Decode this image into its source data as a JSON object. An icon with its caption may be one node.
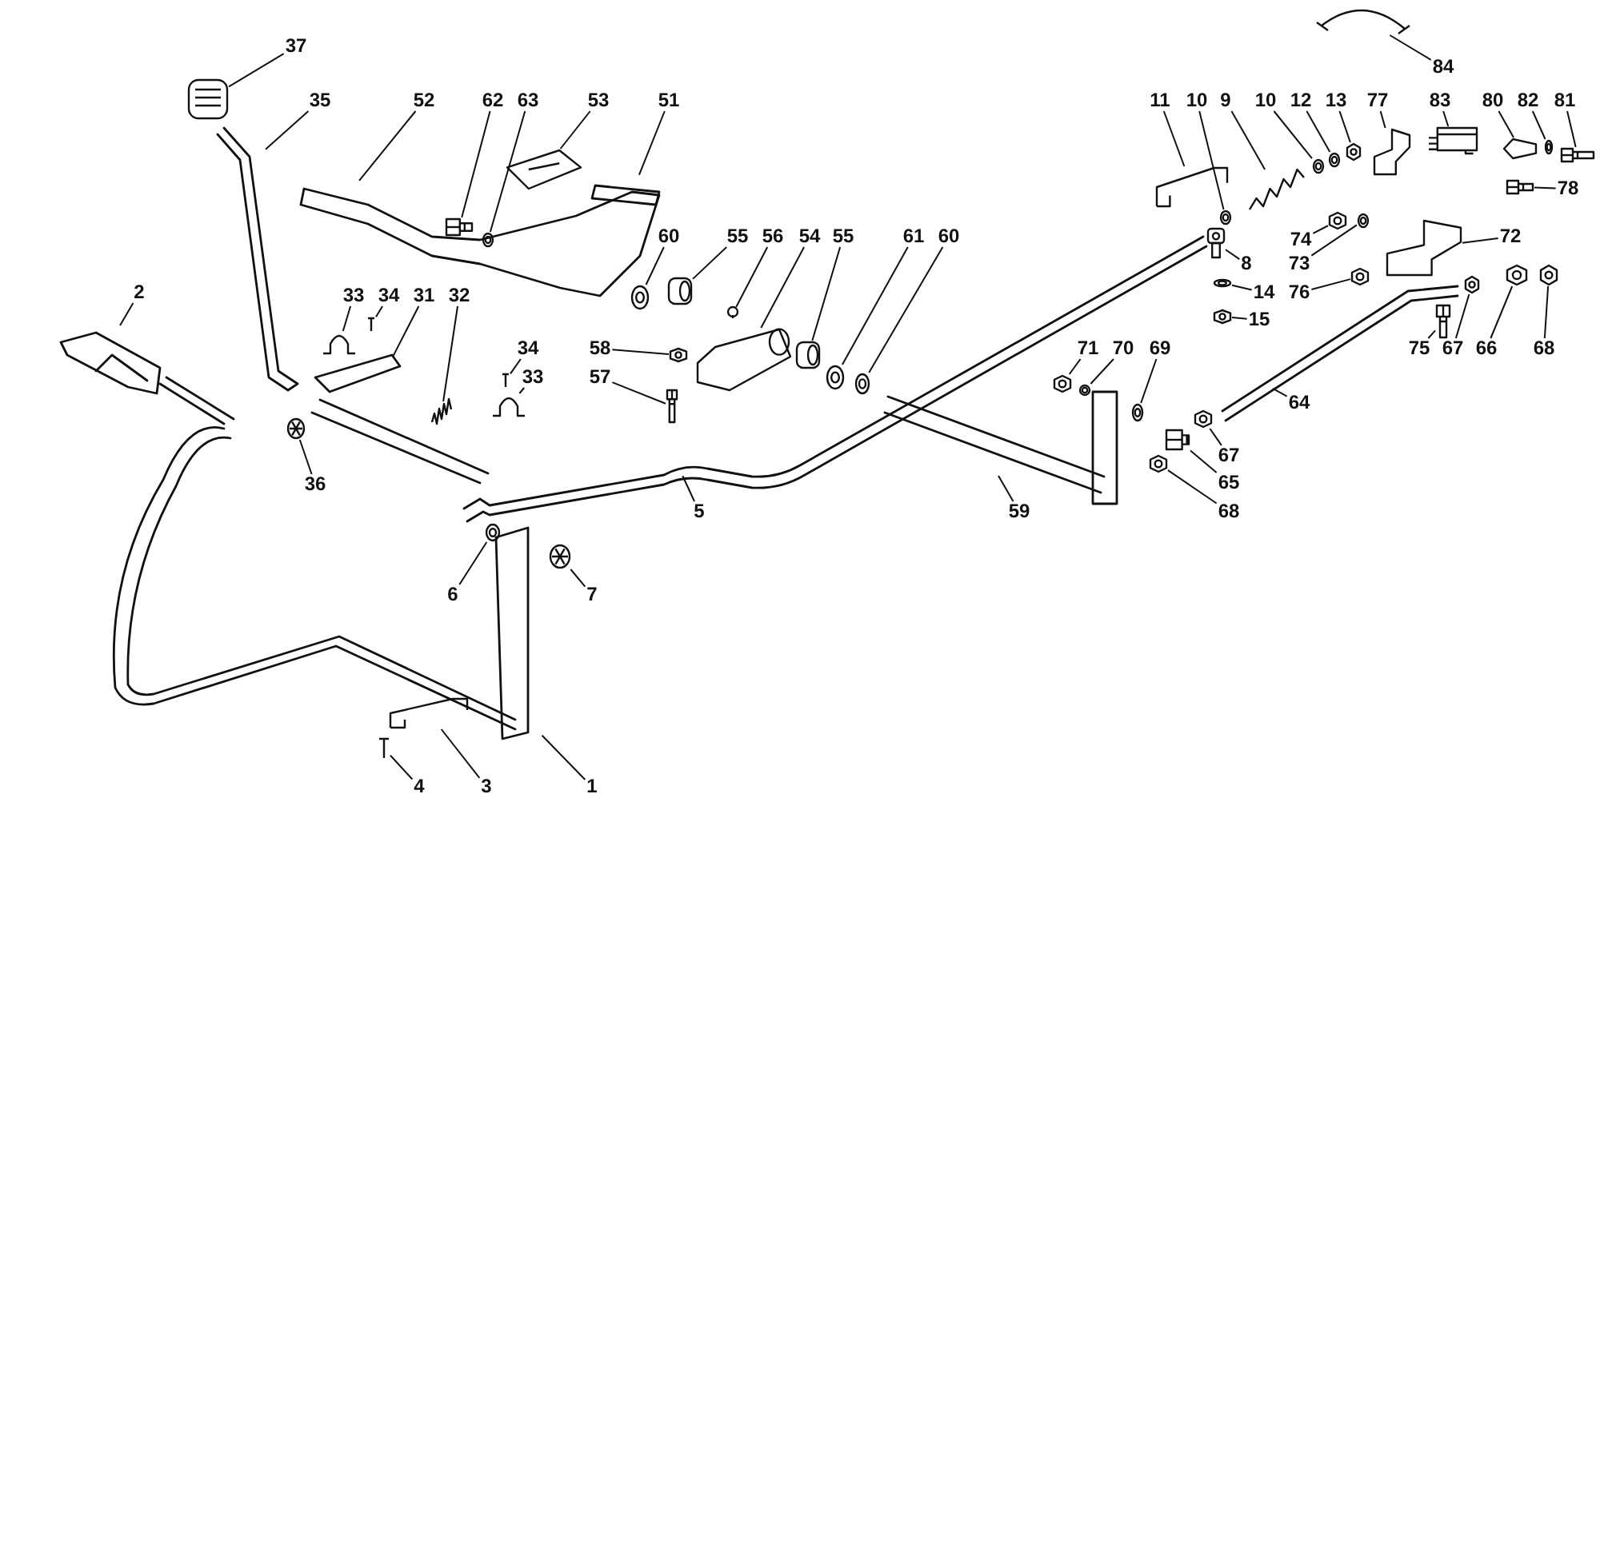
{
  "diagram": {
    "nodes": [
      {
        "text": [
          "84"
        ]
      },
      {
        "text": [
          "37"
        ]
      },
      {
        "text": [
          "35"
        ]
      },
      {
        "text": [
          "52"
        ]
      },
      {
        "text": [
          "62"
        ]
      },
      {
        "text": [
          "63"
        ]
      },
      {
        "text": [
          "53"
        ]
      },
      {
        "text": [
          "51"
        ]
      },
      {
        "text": [
          "11"
        ]
      },
      {
        "text": [
          "10"
        ]
      },
      {
        "text": [
          "9"
        ]
      },
      {
        "text": [
          "10"
        ]
      },
      {
        "text": [
          "12"
        ]
      },
      {
        "text": [
          "13"
        ]
      },
      {
        "text": [
          "77"
        ]
      },
      {
        "text": [
          "83"
        ]
      },
      {
        "text": [
          "80"
        ]
      },
      {
        "text": [
          "82"
        ]
      },
      {
        "text": [
          "81"
        ]
      },
      {
        "text": [
          "78"
        ]
      },
      {
        "text": [
          "74"
        ]
      },
      {
        "text": [
          "72"
        ]
      },
      {
        "text": [
          "60"
        ]
      },
      {
        "text": [
          "55"
        ]
      },
      {
        "text": [
          "56"
        ]
      },
      {
        "text": [
          "54"
        ]
      },
      {
        "text": [
          "55"
        ]
      },
      {
        "text": [
          "61"
        ]
      },
      {
        "text": [
          "60"
        ]
      },
      {
        "text": [
          "73"
        ]
      },
      {
        "text": [
          "8"
        ]
      },
      {
        "text": [
          "76"
        ]
      },
      {
        "text": [
          "14"
        ]
      },
      {
        "text": [
          "15"
        ]
      },
      {
        "text": [
          "33"
        ]
      },
      {
        "text": [
          "34"
        ]
      },
      {
        "text": [
          "31"
        ]
      },
      {
        "text": [
          "32"
        ]
      },
      {
        "text": [
          "75"
        ]
      },
      {
        "text": [
          "67"
        ]
      },
      {
        "text": [
          "66"
        ]
      },
      {
        "text": [
          "68"
        ]
      },
      {
        "text": [
          "58"
        ]
      },
      {
        "text": [
          "34"
        ]
      },
      {
        "text": [
          "33"
        ]
      },
      {
        "text": [
          "57"
        ]
      },
      {
        "text": [
          "71"
        ]
      },
      {
        "text": [
          "70"
        ]
      },
      {
        "text": [
          "69"
        ]
      },
      {
        "text": [
          "2"
        ]
      },
      {
        "text": [
          "64"
        ]
      },
      {
        "text": [
          "36"
        ]
      },
      {
        "text": [
          "5"
        ]
      },
      {
        "text": [
          "59"
        ]
      },
      {
        "text": [
          "67"
        ]
      },
      {
        "text": [
          "65"
        ]
      },
      {
        "text": [
          "68"
        ]
      },
      {
        "text": [
          "6"
        ]
      },
      {
        "text": [
          "7"
        ]
      },
      {
        "text": [
          "4"
        ]
      },
      {
        "text": [
          "3"
        ]
      },
      {
        "text": [
          "1"
        ]
      },
      {
        "text": [],
        "shape": "picture"
      },
      {
        "text": [],
        "shape": "picture"
      },
      {
        "text": [],
        "shape": "picture"
      },
      {
        "text": [],
        "shape": "picture"
      },
      {
        "text": [],
        "shape": "picture"
      },
      {
        "text": [],
        "shape": "picture"
      },
      {
        "text": [],
        "shape": "picture"
      },
      {
        "text": [],
        "shape": "picture"
      },
      {
        "text": [],
        "shape": "picture"
      },
      {
        "text": [],
        "shape": "picture"
      },
      {
        "text": [],
        "shape": "picture"
      },
      {
        "text": [],
        "shape": "picture"
      },
      {
        "text": [],
        "shape": "picture"
      },
      {
        "text": [],
        "shape": "picture"
      },
      {
        "text": [],
        "shape": "picture"
      },
      {
        "text": [],
        "shape": "picture"
      },
      {
        "text": [],
        "shape": "picture"
      },
      {
        "text": [],
        "shape": "picture"
      },
      {
        "text": [],
        "shape": "picture"
      },
      {
        "text": [],
        "shape": "picture"
      },
      {
        "text": [],
        "shape": "picture"
      },
      {
        "text": [],
        "shape": "picture"
      },
      {
        "text": [],
        "shape": "picture"
      },
      {
        "text": [],
        "shape": "picture"
      },
      {
        "text": [],
        "shape": "picture"
      },
      {
        "text": [],
        "shape": "picture"
      },
      {
        "text": [],
        "shape": "picture"
      },
      {
        "text": [],
        "shape": "picture"
      },
      {
        "text": [],
        "shape": "picture"
      },
      {
        "text": [],
        "shape": "picture"
      },
      {
        "text": [],
        "shape": "picture"
      },
      {
        "text": [],
        "shape": "picture"
      },
      {
        "text": [],
        "shape": "picture"
      },
      {
        "text": [],
        "shape": "picture"
      },
      {
        "text": [],
        "shape": "picture"
      },
      {
        "text": [],
        "shape": "picture"
      },
      {
        "text": [],
        "shape": "picture"
      },
      {
        "text": [],
        "shape": "picture"
      },
      {
        "text": [],
        "shape": "picture"
      },
      {
        "text": [],
        "shape": "picture"
      },
      {
        "text": [],
        "shape": "picture"
      },
      {
        "text": [],
        "shape": "picture"
      },
      {
        "text": [],
        "shape": "picture"
      },
      {
        "text": [],
        "shape": "picture"
      },
      {
        "text": [],
        "shape": "picture"
      },
      {
        "text": [],
        "shape": "picture"
      },
      {
        "text": [],
        "shape": "picture"
      },
      {
        "text": [],
        "shape": "picture"
      },
      {
        "text": [],
        "shape": "picture"
      },
      {
        "text": [],
        "shape": "picture"
      },
      {
        "text": [],
        "shape": "picture"
      },
      {
        "text": [],
        "shape": "picture"
      },
      {
        "text": [],
        "shape": "picture"
      }
    ],
    "edges": [
      {
        "from": 0,
        "to": 62,
        "arrow": "none"
      },
      {
        "from": 1,
        "to": 63,
        "arrow": "none"
      },
      {
        "from": 2,
        "to": null,
        "arrow": "none"
      },
      {
        "from": 3,
        "to": null,
        "arrow": "none"
      },
      {
        "from": 4,
        "to": 64,
        "arrow": "none"
      },
      {
        "from": 5,
        "to": 65,
        "arrow": "none"
      },
      {
        "from": 6,
        "to": 66,
        "arrow": "none"
      },
      {
        "from": 7,
        "to": null,
        "arrow": "none"
      },
      {
        "from": 8,
        "to": 67,
        "arrow": "none"
      },
      {
        "from": 9,
        "to": 68,
        "arrow": "none"
      },
      {
        "from": 10,
        "to": 69,
        "arrow": "none"
      },
      {
        "from": 11,
        "to": 70,
        "arrow": "none"
      },
      {
        "from": 12,
        "to": 71,
        "arrow": "none"
      },
      {
        "from": 13,
        "to": 72,
        "arrow": "none"
      },
      {
        "from": 14,
        "to": 73,
        "arrow": "none"
      },
      {
        "from": 15,
        "to": 74,
        "arrow": "none"
      },
      {
        "from": 16,
        "to": 75,
        "arrow": "none"
      },
      {
        "from": 17,
        "to": 76,
        "arrow": "none"
      },
      {
        "from": 18,
        "to": 77,
        "arrow": "none"
      },
      {
        "from": 19,
        "to": 78,
        "arrow": "none"
      },
      {
        "from": 20,
        "to": 79,
        "arrow": "none"
      },
      {
        "from": 21,
        "to": 80,
        "arrow": "none"
      },
      {
        "from": 22,
        "to": 81,
        "arrow": "none"
      },
      {
        "from": 23,
        "to": 82,
        "arrow": "none"
      },
      {
        "from": 24,
        "to": 83,
        "arrow": "none"
      },
      {
        "from": 25,
        "to": 84,
        "arrow": "none"
      },
      {
        "from": 26,
        "to": 85,
        "arrow": "none"
      },
      {
        "from": 27,
        "to": 86,
        "arrow": "none"
      },
      {
        "from": 28,
        "to": 87,
        "arrow": "none"
      },
      {
        "from": 29,
        "to": 88,
        "arrow": "none"
      },
      {
        "from": 30,
        "to": 89,
        "arrow": "none"
      },
      {
        "from": 31,
        "to": 90,
        "arrow": "none"
      },
      {
        "from": 32,
        "to": 91,
        "arrow": "none"
      },
      {
        "from": 33,
        "to": 92,
        "arrow": "none"
      },
      {
        "from": 34,
        "to": 93,
        "arrow": "none"
      },
      {
        "from": 35,
        "to": 94,
        "arrow": "none"
      },
      {
        "from": 36,
        "to": null,
        "arrow": "none"
      },
      {
        "from": 37,
        "to": 95,
        "arrow": "none"
      },
      {
        "from": 38,
        "to": 96,
        "arrow": "none"
      },
      {
        "from": 39,
        "to": 97,
        "arrow": "none"
      },
      {
        "from": 40,
        "to": 98,
        "arrow": "none"
      },
      {
        "from": 41,
        "to": 99,
        "arrow": "none"
      },
      {
        "from": 42,
        "to": 100,
        "arrow": "none"
      },
      {
        "from": 43,
        "to": 101,
        "arrow": "none"
      },
      {
        "from": 44,
        "to": 102,
        "arrow": "none"
      },
      {
        "from": 45,
        "to": 103,
        "arrow": "none"
      },
      {
        "from": 46,
        "to": 104,
        "arrow": "none"
      },
      {
        "from": 47,
        "to": 105,
        "arrow": "none"
      },
      {
        "from": 48,
        "to": 106,
        "arrow": "none"
      },
      {
        "from": 49,
        "to": null,
        "arrow": "none"
      },
      {
        "from": 50,
        "to": null,
        "arrow": "none"
      },
      {
        "from": 51,
        "to": 107,
        "arrow": "none"
      },
      {
        "from": 52,
        "to": null,
        "arrow": "none"
      },
      {
        "from": 53,
        "to": null,
        "arrow": "none"
      },
      {
        "from": 54,
        "to": 108,
        "arrow": "none"
      },
      {
        "from": 55,
        "to": 109,
        "arrow": "none"
      },
      {
        "from": 56,
        "to": 110,
        "arrow": "none"
      },
      {
        "from": 57,
        "to": 111,
        "arrow": "none"
      },
      {
        "from": 58,
        "to": 112,
        "arrow": "none"
      },
      {
        "from": 59,
        "to": 113,
        "arrow": "none"
      },
      {
        "from": 60,
        "to": 114,
        "arrow": "none"
      },
      {
        "from": 61,
        "to": null,
        "arrow": "none"
      }
    ]
  }
}
